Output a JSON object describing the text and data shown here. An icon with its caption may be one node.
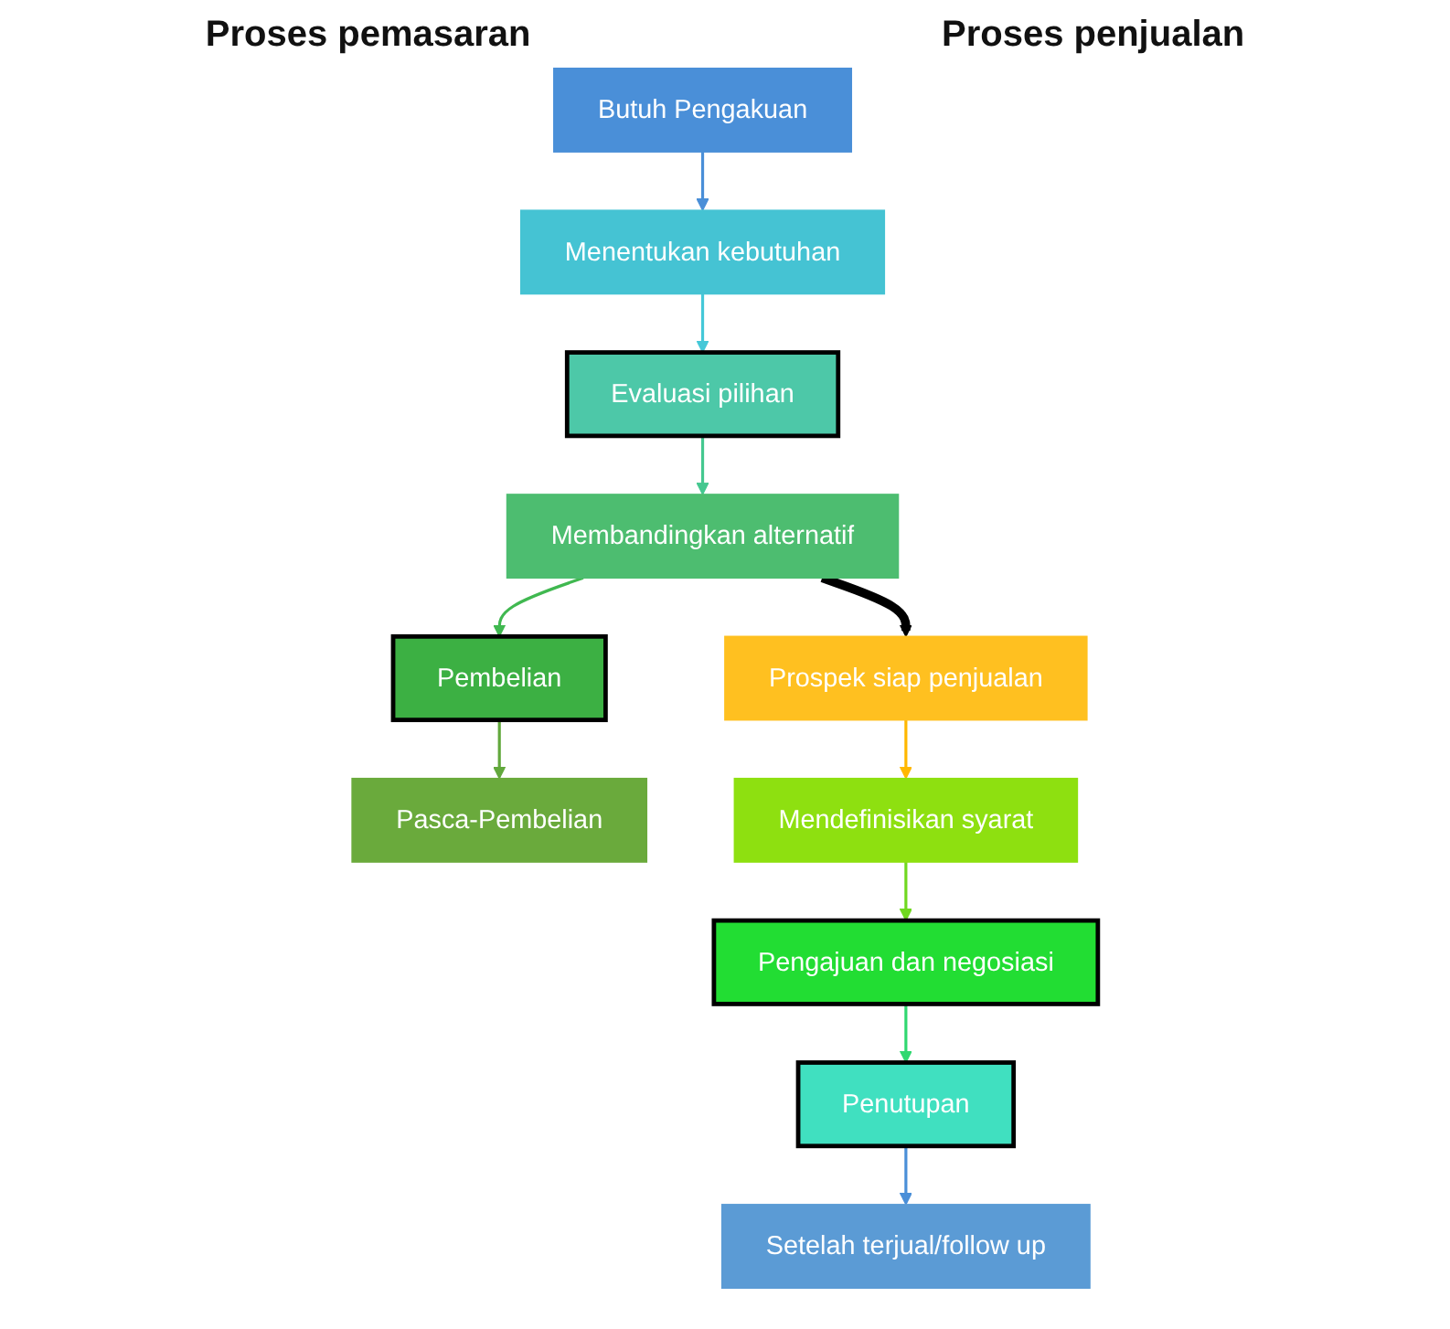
{
  "diagram": {
    "nodes": [
      {
        "text": [
          "Butuh Pengakuan"
        ]
      },
      {
        "text": [
          "Menentukan kebutuhan"
        ]
      },
      {
        "text": [
          "Evaluasi pilihan"
        ]
      },
      {
        "text": [
          "Membandingkan alternatif"
        ]
      },
      {
        "text": [
          "Pembelian"
        ]
      },
      {
        "text": [
          "Pasca-Pembelian"
        ]
      },
      {
        "text": [
          "Prospek siap penjualan"
        ]
      },
      {
        "text": [
          "Mendefinisikan syarat"
        ]
      },
      {
        "text": [
          "Pengajuan dan negosiasi"
        ]
      },
      {
        "text": [
          "Penutupan"
        ]
      },
      {
        "text": [
          "Setelah terjual/follow up"
        ]
      }
    ],
    "edges": [
      {
        "from": 0,
        "to": 1,
        "arrow": "to",
        "color": "#4a8fd8"
      },
      {
        "from": 1,
        "to": 2,
        "arrow": "to",
        "color": "#45c8d8"
      },
      {
        "from": 2,
        "to": 3,
        "arrow": "to",
        "color": "#45c890"
      },
      {
        "from": 3,
        "to": 4,
        "arrow": "to",
        "color": "#40b850"
      },
      {
        "from": 4,
        "to": 5,
        "arrow": "to",
        "color": "#62a83c"
      },
      {
        "from": 3,
        "to": 6,
        "arrow": "to",
        "style": "thick",
        "color": "#000000"
      },
      {
        "from": 6,
        "to": 7,
        "arrow": "to",
        "color": "#ffb800"
      },
      {
        "from": 7,
        "to": 8,
        "arrow": "to",
        "color": "#70d820"
      },
      {
        "from": 8,
        "to": 9,
        "arrow": "to",
        "color": "#30d870"
      },
      {
        "from": 9,
        "to": 10,
        "arrow": "to",
        "color": "#4a8fd8"
      }
    ],
    "labels": [
      "Proses pemasaran",
      "Proses penjualan"
    ]
  }
}
